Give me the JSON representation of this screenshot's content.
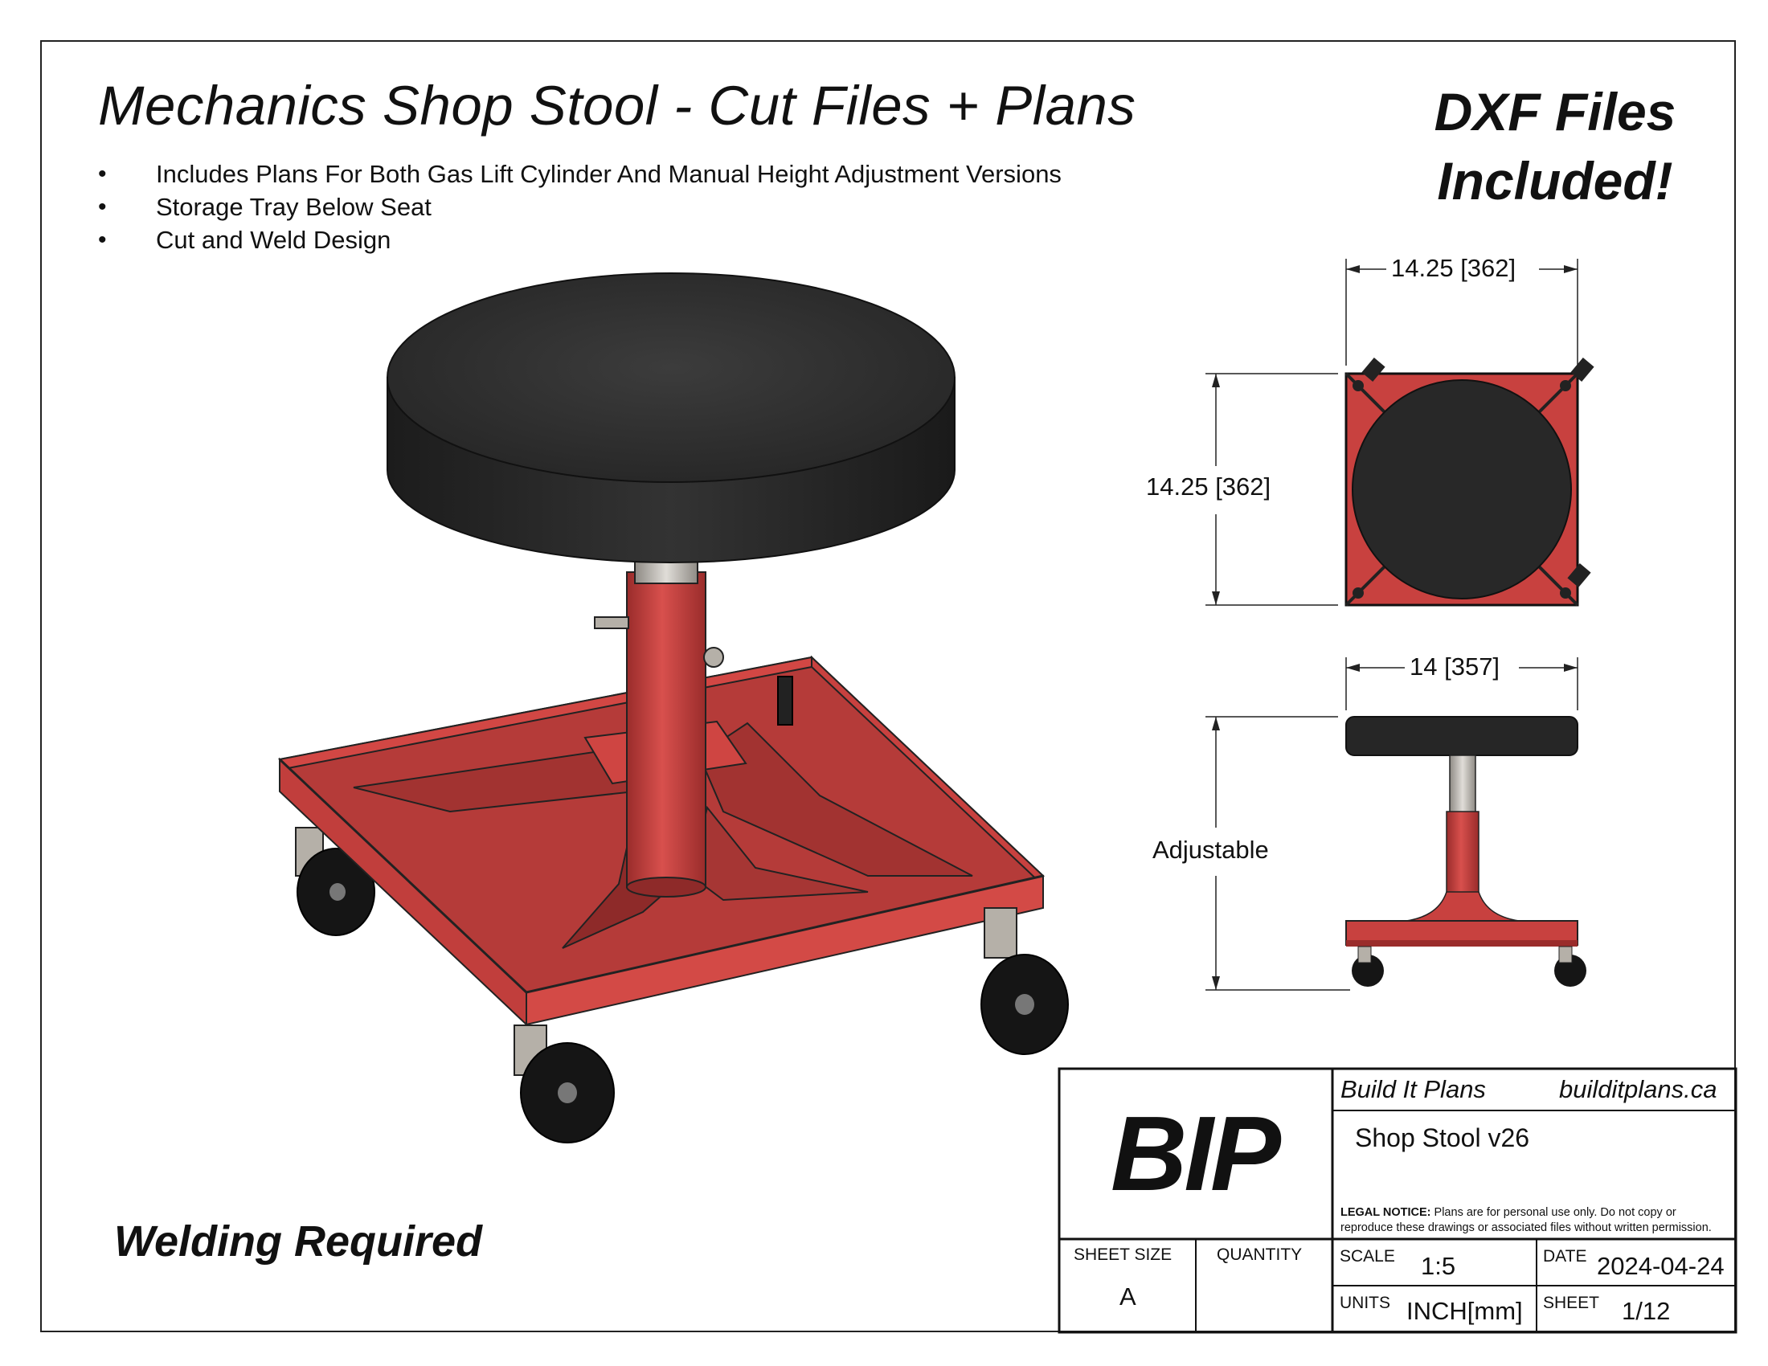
{
  "header": {
    "title": "Mechanics Shop Stool - Cut Files + Plans",
    "bullets": [
      "Includes Plans For Both Gas Lift Cylinder And Manual Height Adjustment Versions",
      "Storage Tray Below Seat",
      "Cut and Weld Design"
    ],
    "dxf_line1": "DXF Files",
    "dxf_line2": "Included!"
  },
  "footer_note": "Welding Required",
  "dimensions": {
    "top_width": "14.25 [362]",
    "top_height": "14.25 [362]",
    "front_width": "14 [357]",
    "front_height": "Adjustable"
  },
  "title_block": {
    "logo_text": "BIP",
    "brand": "Build It Plans",
    "website": "builditplans.ca",
    "drawing_title": "Shop Stool v26",
    "legal_label": "LEGAL NOTICE:",
    "legal_text": " Plans are for personal use only. Do not copy or reproduce these drawings or associated files without written permission.",
    "sheet_size_label": "SHEET SIZE",
    "sheet_size": "A",
    "quantity_label": "QUANTITY",
    "quantity": "",
    "scale_label": "SCALE",
    "scale": "1:5",
    "date_label": "DATE",
    "date": "2024-04-24",
    "units_label": "UNITS",
    "units": "INCH[mm]",
    "sheet_label": "SHEET",
    "sheet": "1/12"
  },
  "colors": {
    "frame_red": "#c8413f",
    "seat_black": "#2a2a2a",
    "steel": "#b8b4ad"
  }
}
